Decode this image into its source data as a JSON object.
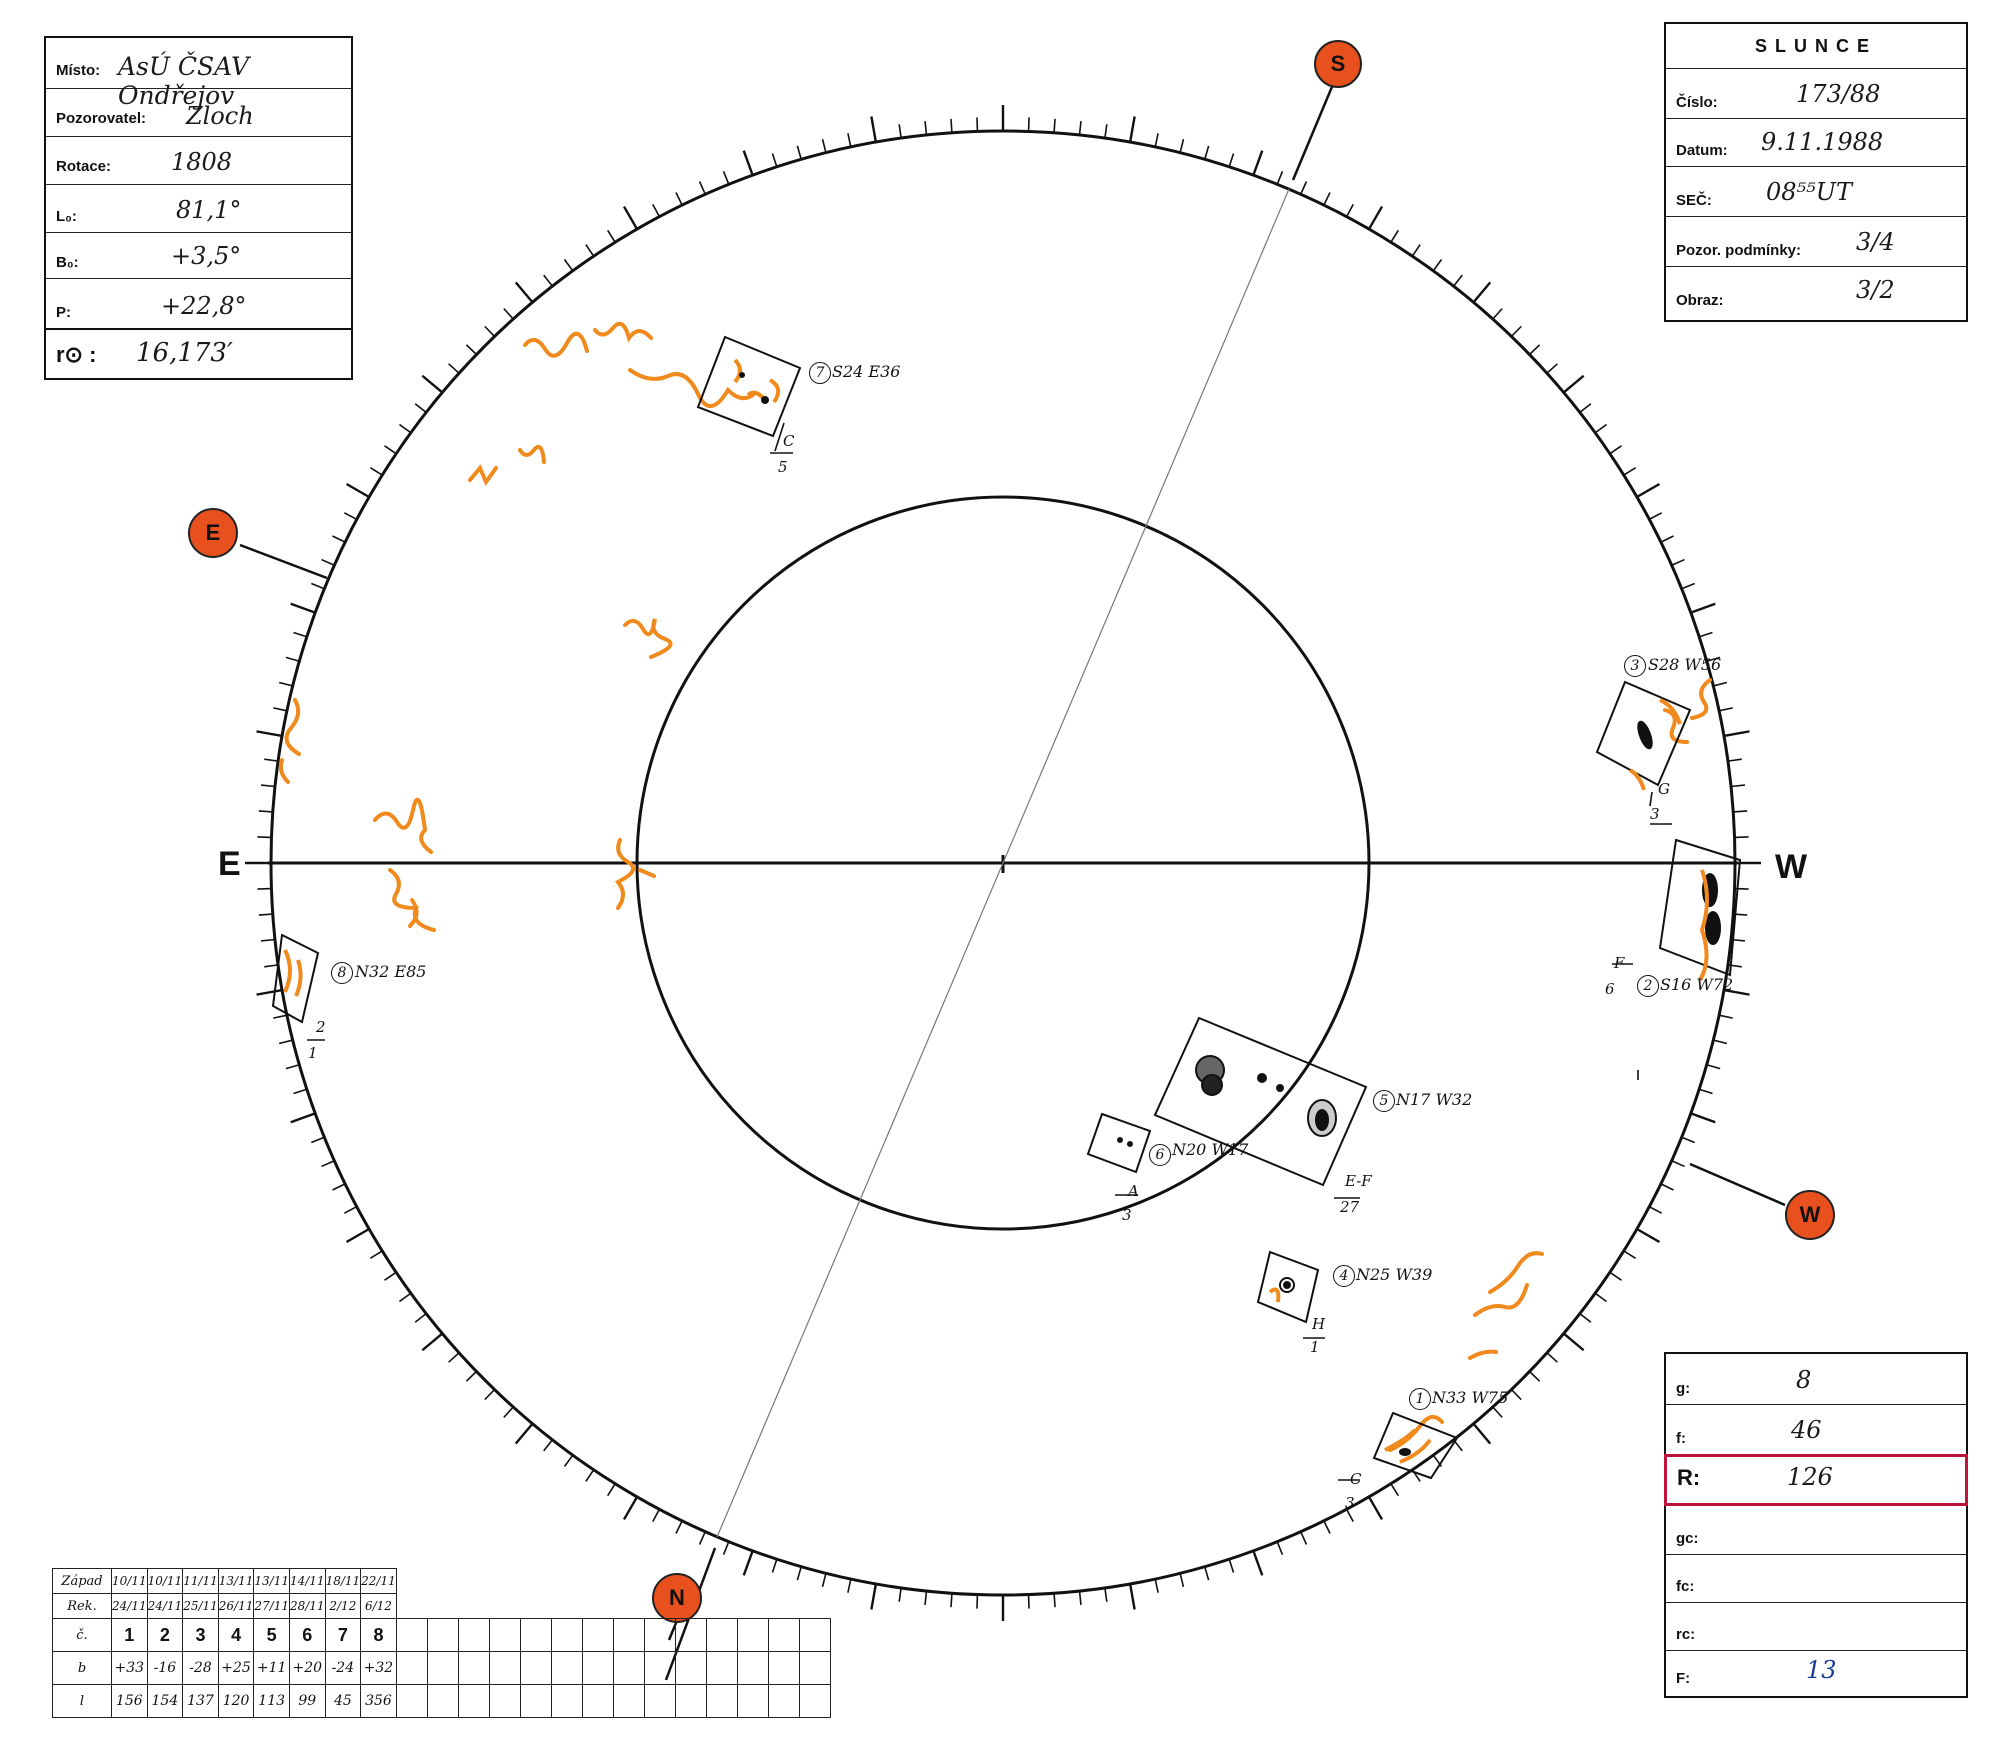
{
  "header_left": {
    "misto_label": "Místo:",
    "misto": "AsÚ ČSAV Ondřejov",
    "pozorovatel_label": "Pozorovatel:",
    "pozorovatel": "Zloch",
    "rotace_label": "Rotace:",
    "rotace": "1808",
    "l0_label": "L₀:",
    "l0": "81,1°",
    "b0_label": "B₀:",
    "b0": "+3,5°",
    "p_label": "P:",
    "p": "+22,8°",
    "r0_label": "r⊙ :",
    "r0": "16,173′"
  },
  "header_right": {
    "title": "SLUNCE",
    "cislo_label": "Číslo:",
    "cislo": "173/88",
    "datum_label": "Datum:",
    "datum": "9.11.1988",
    "sec_label": "SEČ:",
    "sec": "08⁵⁵UT",
    "podminky_label": "Pozor. podmínky:",
    "podminky": "3/4",
    "obraz_label": "Obraz:",
    "obraz": "3/2"
  },
  "summary": {
    "g_label": "g:",
    "g": "8",
    "f_label": "f:",
    "f": "46",
    "r_label": "R:",
    "r": "126",
    "gc_label": "gc:",
    "gc": "",
    "fc_label": "fc:",
    "fc": "",
    "rc_label": "rc:",
    "rc": "",
    "F_label": "F:",
    "F": "13"
  },
  "directions": {
    "E_badge": "E",
    "S_badge": "S",
    "W_badge": "W",
    "N_badge": "N",
    "E_axis": "E",
    "W_axis": "W"
  },
  "groups": [
    {
      "num": "1",
      "coords": "N33 W75",
      "cls_top": "C",
      "cls_bottom": "3"
    },
    {
      "num": "2",
      "coords": "S16 W72",
      "cls_top": "F",
      "cls_bottom": "6"
    },
    {
      "num": "3",
      "coords": "S28 W56",
      "cls_top": "G",
      "cls_bottom": "3"
    },
    {
      "num": "4",
      "coords": "N25 W39",
      "cls_top": "H",
      "cls_bottom": "1"
    },
    {
      "num": "5",
      "coords": "N17 W32",
      "cls_top": "E-F",
      "cls_bottom": "27"
    },
    {
      "num": "6",
      "coords": "N20 W17",
      "cls_top": "A",
      "cls_bottom": "3"
    },
    {
      "num": "7",
      "coords": "S24 E36",
      "cls_top": "C",
      "cls_bottom": "5"
    },
    {
      "num": "8",
      "coords": "N32 E85",
      "cls_top": "2",
      "cls_bottom": "1"
    }
  ],
  "table": {
    "row_labels": [
      "Západ",
      "Rek.",
      "č.",
      "b",
      "l"
    ],
    "zapad": [
      "10/11",
      "10/11",
      "11/11",
      "13/11",
      "13/11",
      "14/11",
      "18/11",
      "22/11"
    ],
    "rek": [
      "24/11",
      "24/11",
      "25/11",
      "26/11",
      "27/11",
      "28/11",
      "2/12",
      "6/12"
    ],
    "cislo": [
      "1",
      "2",
      "3",
      "4",
      "5",
      "6",
      "7",
      "8"
    ],
    "b": [
      "+33",
      "-16",
      "-28",
      "+25",
      "+11",
      "+20",
      "-24",
      "+32"
    ],
    "l": [
      "156",
      "154",
      "137",
      "120",
      "113",
      "99",
      "45",
      "356"
    ]
  },
  "colors": {
    "badge": "#e8501e",
    "faculae": "#f08a1c",
    "highlight": "#c0143c",
    "ink": "#111111"
  }
}
